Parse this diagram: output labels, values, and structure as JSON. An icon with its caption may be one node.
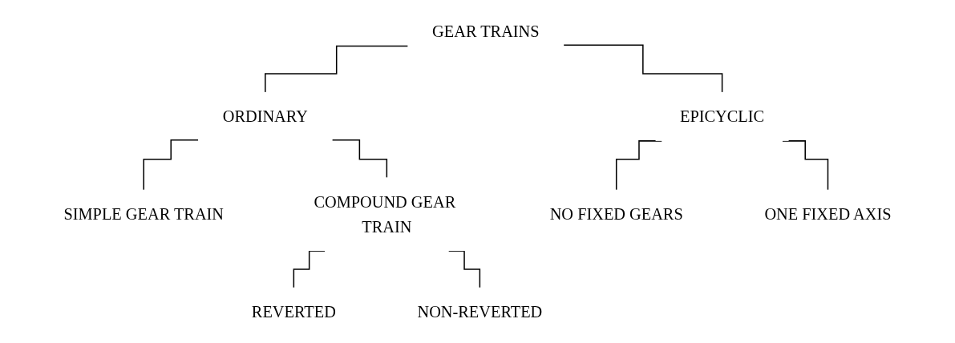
{
  "diagram": {
    "nodes": [
      {
        "text": [
          "GEAR TRAINS"
        ]
      },
      {
        "text": [
          "ORDINARY"
        ]
      },
      {
        "text": [
          "EPICYCLIC"
        ]
      },
      {
        "text": [
          "SIMPLE GEAR TRAIN"
        ]
      },
      {
        "text": [
          "COMPOUND GEAR TRAIN"
        ]
      },
      {
        "text": [
          "NO FIXED GEARS"
        ]
      },
      {
        "text": [
          "ONE FIXED AXIS"
        ]
      },
      {
        "text": [
          "REVERTED"
        ]
      },
      {
        "text": [
          "NON-REVERTED"
        ]
      }
    ],
    "edges": [
      {
        "from": 0,
        "to": 1,
        "arrow": "none"
      },
      {
        "from": 0,
        "to": 2,
        "arrow": "none"
      },
      {
        "from": 1,
        "to": 3,
        "arrow": "none"
      },
      {
        "from": 1,
        "to": 4,
        "arrow": "none"
      },
      {
        "from": 2,
        "to": 5,
        "arrow": "none"
      },
      {
        "from": 2,
        "to": 6,
        "arrow": "none"
      },
      {
        "from": 4,
        "to": 7,
        "arrow": "none"
      },
      {
        "from": 4,
        "to": 8,
        "arrow": "none"
      }
    ]
  }
}
